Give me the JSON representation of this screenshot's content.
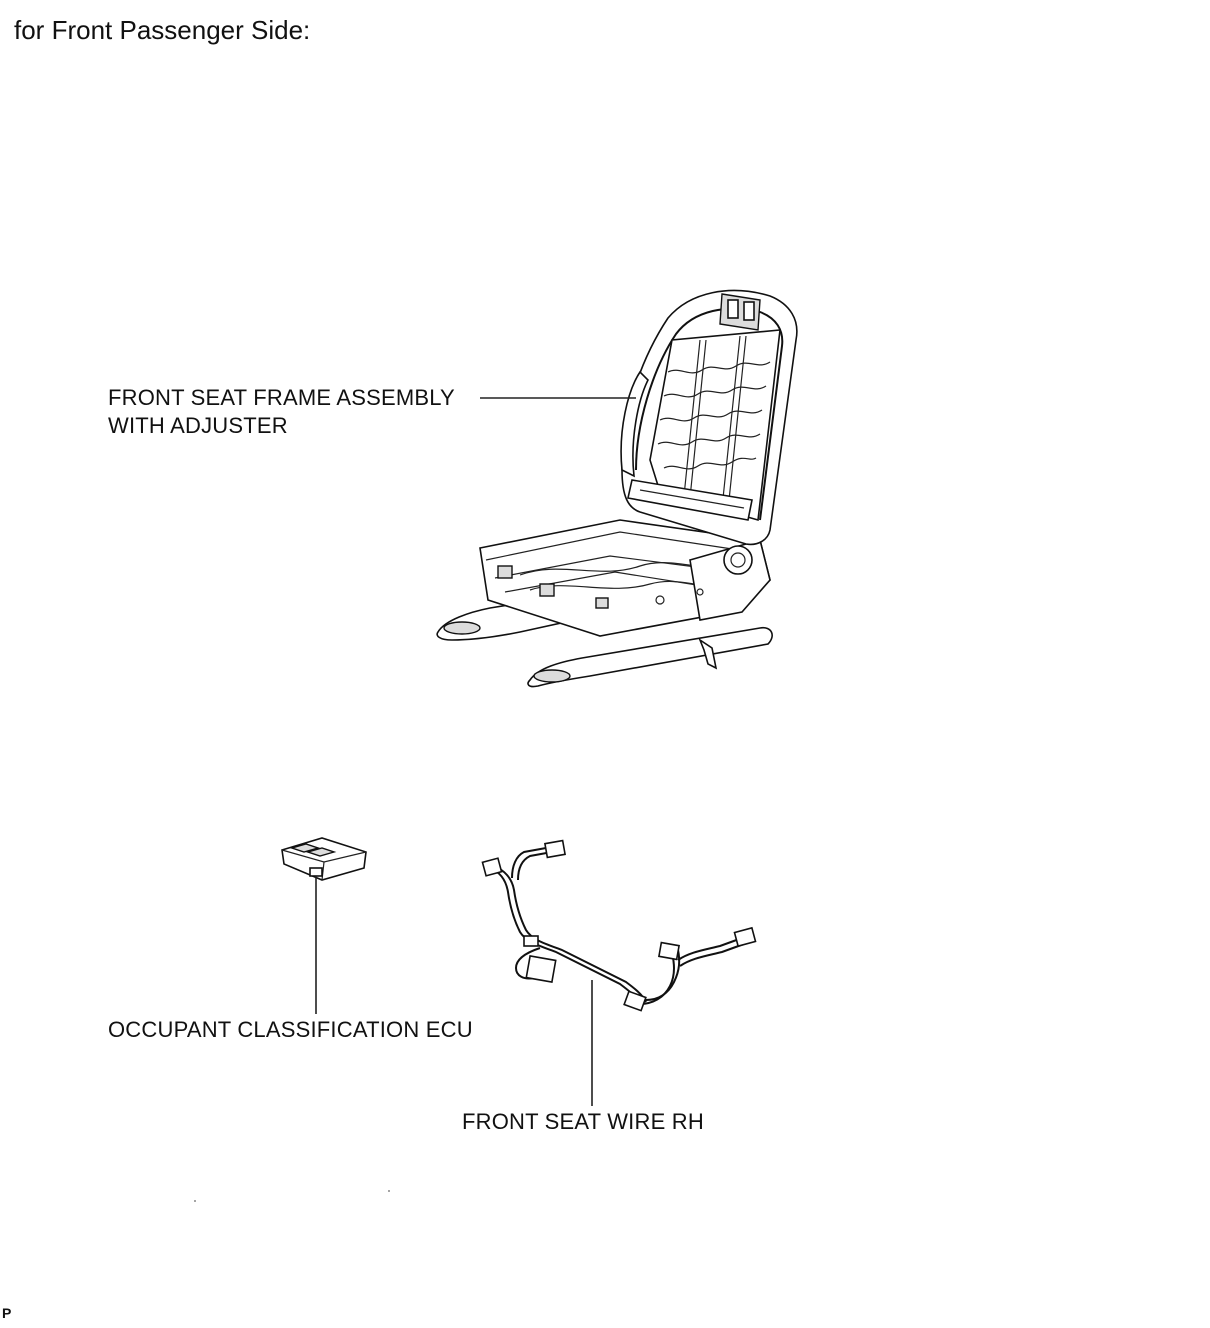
{
  "heading": "for Front Passenger Side:",
  "parts": {
    "seat_frame": {
      "line1": "FRONT SEAT FRAME ASSEMBLY",
      "line2": "WITH ADJUSTER"
    },
    "ecu": {
      "label": "OCCUPANT CLASSIFICATION ECU"
    },
    "wire": {
      "label": "FRONT SEAT WIRE RH"
    }
  },
  "footer_mark": "P"
}
